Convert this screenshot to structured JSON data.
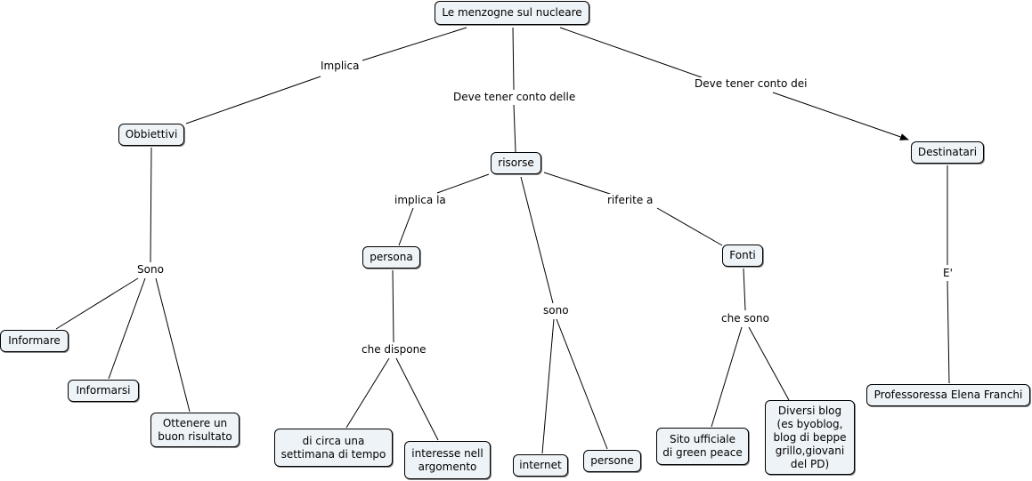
{
  "concepts": {
    "root": "Le menzogne sul nucleare",
    "obbiettivi": "Obbiettivi",
    "risorse": "risorse",
    "destinatari": "Destinatari",
    "persona": "persona",
    "fonti": "Fonti",
    "informare": "Informare",
    "informarsi": "Informarsi",
    "ottenere": "Ottenere un\nbuon risultato",
    "settimana": "di circa una\nsettimana di tempo",
    "interesse": "interesse nell\nargomento",
    "internet": "internet",
    "persone": "persone",
    "sito": "Sito ufficiale\ndi green peace",
    "blog": "Diversi blog\n(es byoblog,\nblog di beppe\ngrillo,giovani\ndel PD)",
    "professoressa": "Professoressa Elena Franchi"
  },
  "linking_phrases": {
    "implica": "Implica",
    "deve_delle": "Deve tener conto delle",
    "deve_dei": "Deve tener conto dei",
    "sono_obb": "Sono",
    "implica_la": "implica la",
    "riferite_a": "riferite a",
    "sono_ris": "sono",
    "che_dispone": "che dispone",
    "che_sono": "che sono",
    "e_dest": "E'"
  }
}
